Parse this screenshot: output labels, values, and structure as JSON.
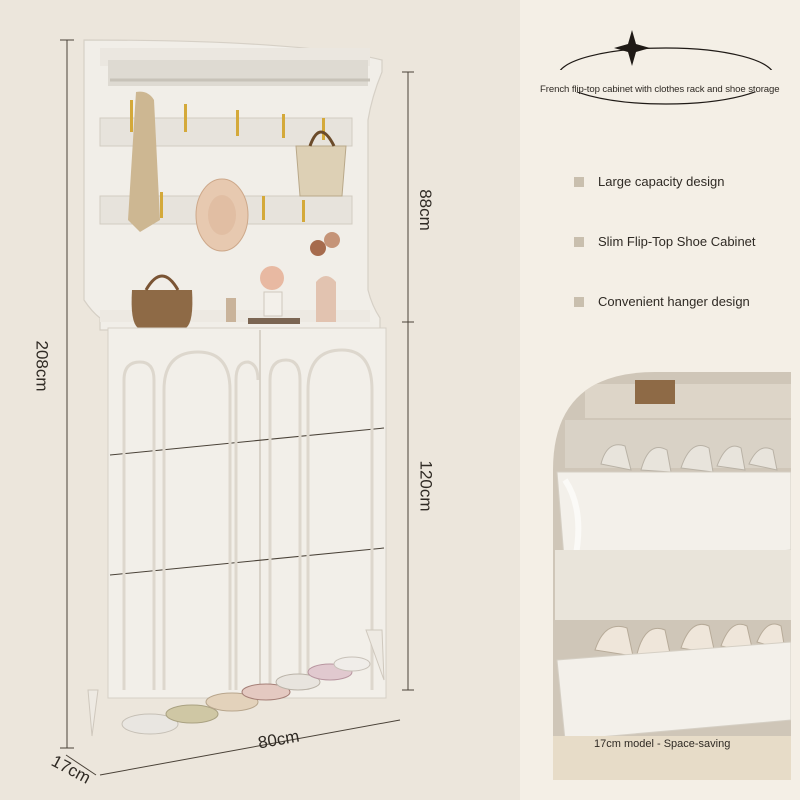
{
  "headline": "French flip-top cabinet with clothes rack and shoe storage",
  "features": [
    {
      "label": "Large capacity design"
    },
    {
      "label": "Slim Flip-Top Shoe Cabinet"
    },
    {
      "label": "Convenient hanger design"
    }
  ],
  "dimensions": {
    "total_height": "208cm",
    "upper_height": "88cm",
    "lower_height": "120cm",
    "width": "80cm",
    "depth": "17cm"
  },
  "detail_caption": "17cm model - Space-saving",
  "colors": {
    "background": "#ece6dc",
    "panel": "#f4efe6",
    "cabinet": "#f2efe9",
    "accent": "#c9bfae",
    "caption_bg": "#e7dcc8",
    "gold": "#d4a93a"
  }
}
